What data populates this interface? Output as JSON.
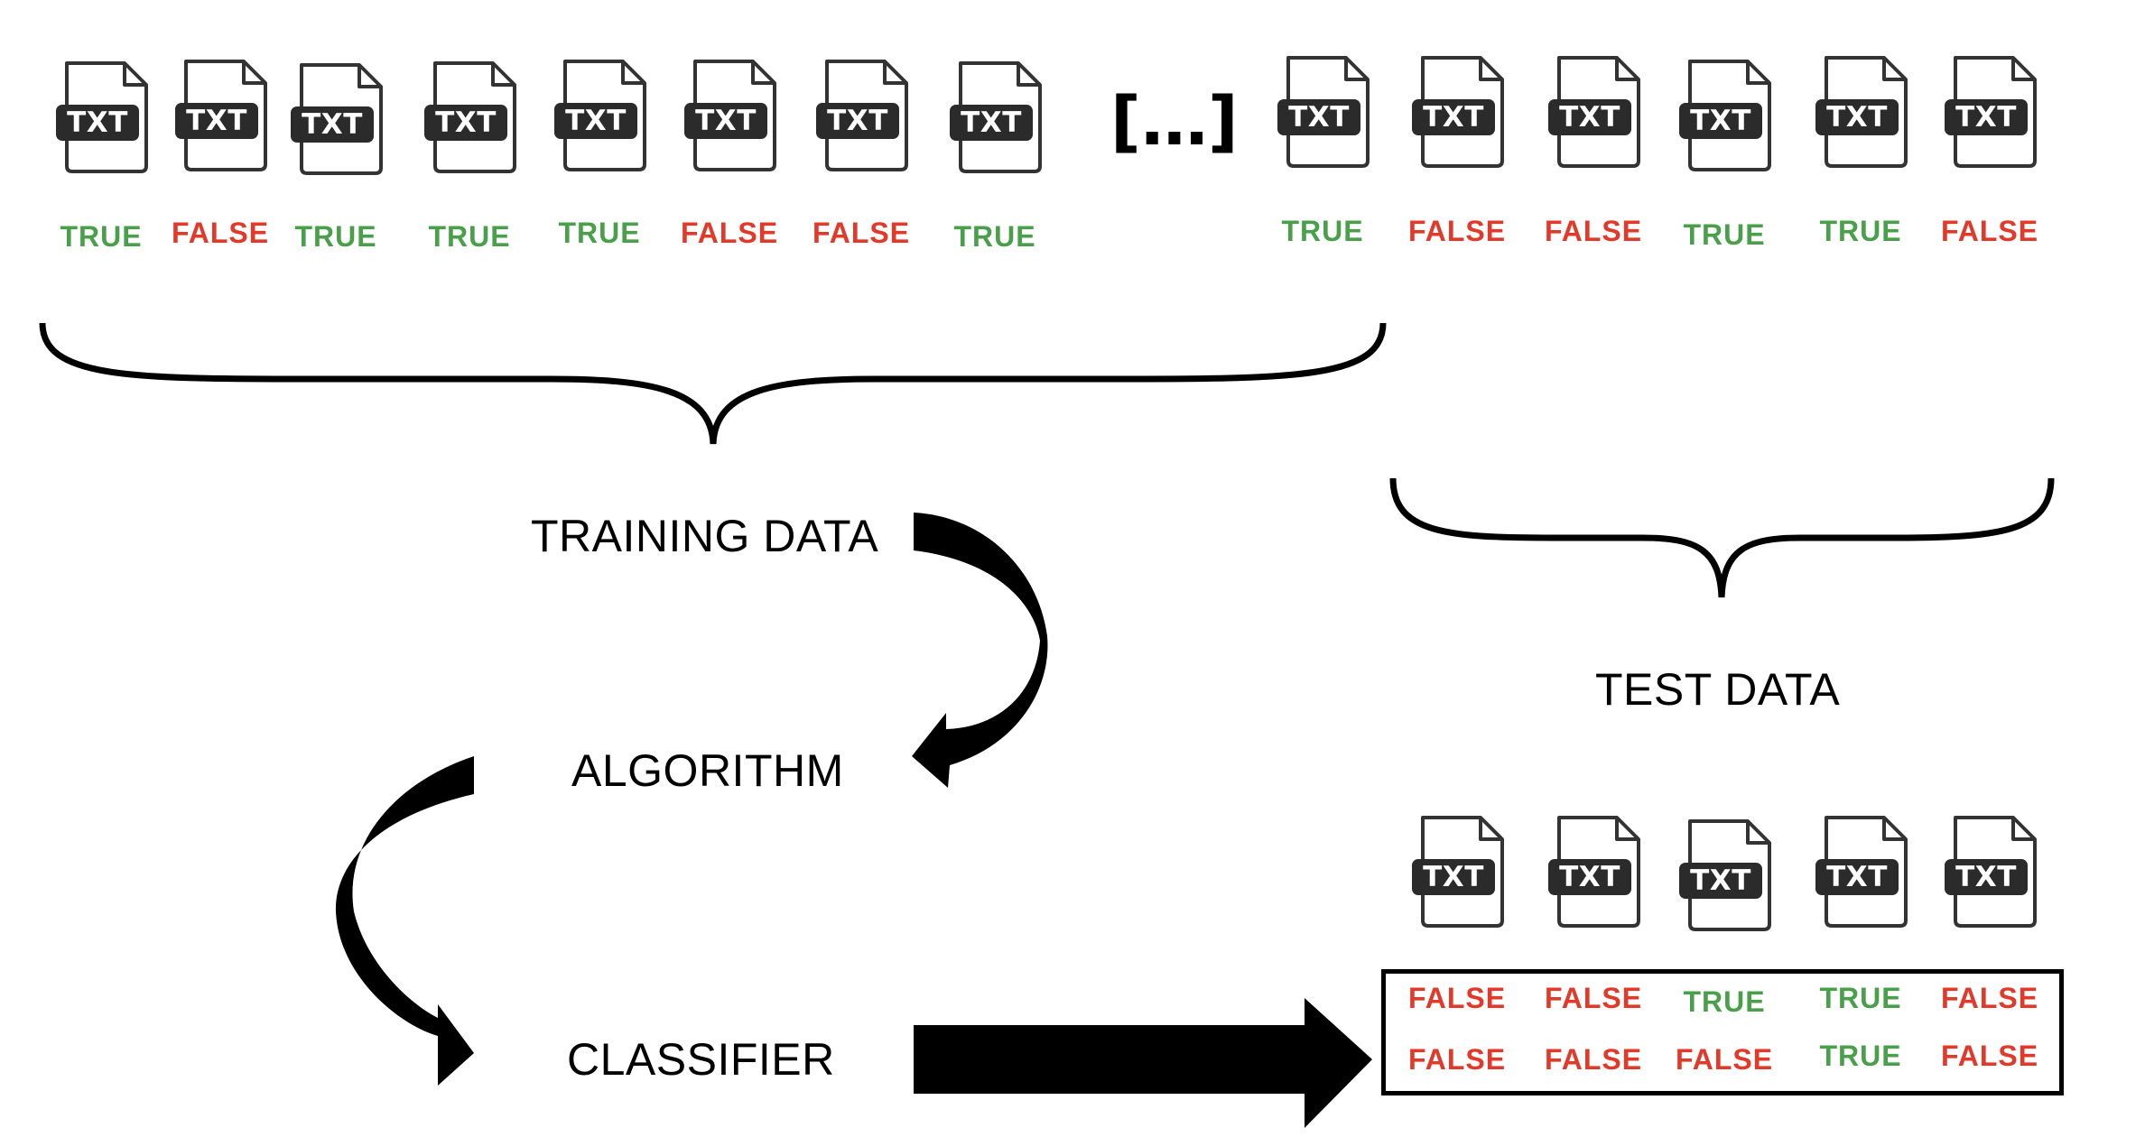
{
  "colors": {
    "true": "#4a9f4a",
    "false": "#e23a2a",
    "ink": "#000000",
    "doc_badge": "#2b2b2b"
  },
  "file_label": "TXT",
  "ellipsis": "[…]",
  "training_docs": [
    {
      "label": "TRUE"
    },
    {
      "label": "FALSE"
    },
    {
      "label": "TRUE"
    },
    {
      "label": "TRUE"
    },
    {
      "label": "TRUE"
    },
    {
      "label": "FALSE"
    },
    {
      "label": "FALSE"
    },
    {
      "label": "TRUE"
    }
  ],
  "test_docs": [
    {
      "label": "TRUE"
    },
    {
      "label": "FALSE"
    },
    {
      "label": "FALSE"
    },
    {
      "label": "TRUE"
    },
    {
      "label": "TRUE"
    },
    {
      "label": "FALSE"
    }
  ],
  "labels": {
    "training": "TRAINING DATA",
    "test": "TEST DATA",
    "algorithm": "ALGORITHM",
    "classifier": "CLASSIFIER"
  },
  "output_docs_count": 5,
  "results": {
    "row1": [
      "FALSE",
      "FALSE",
      "TRUE",
      "TRUE",
      "FALSE"
    ],
    "row2": [
      "FALSE",
      "FALSE",
      "FALSE",
      "TRUE",
      "FALSE"
    ]
  }
}
